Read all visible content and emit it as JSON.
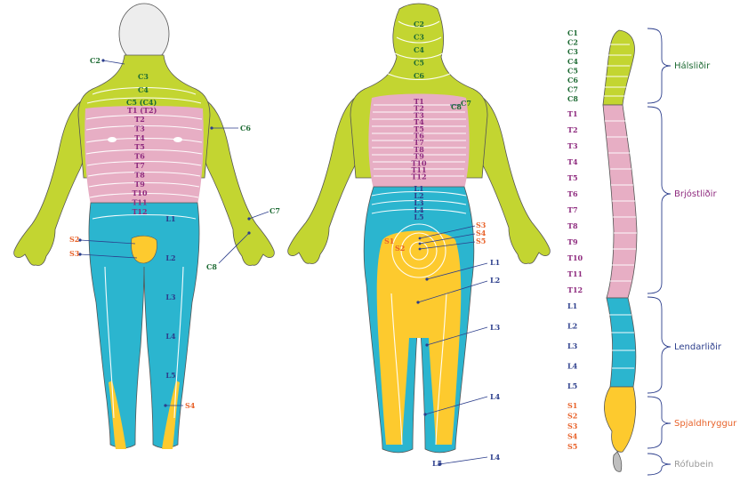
{
  "colors": {
    "cervical": "#c3d531",
    "thoracic": "#e7aec4",
    "lumbar": "#2bb5cf",
    "sacral": "#fdca2e",
    "coccyx": "#bfbfbf",
    "head": "#ededed",
    "label_cervical": "#1e6b34",
    "label_thoracic": "#8e2a7e",
    "label_lumbar": "#2c3e8c",
    "label_sacral": "#e8632b",
    "label_coccyx": "#9a9a9a"
  },
  "front": {
    "c2": "C2",
    "neck": [
      "C3",
      "C4"
    ],
    "c5": "C5 (C4)",
    "t1": "T1 (T2)",
    "thoracic": [
      "T2",
      "T3",
      "T4",
      "T5",
      "T6",
      "T7",
      "T8",
      "T9",
      "T10",
      "T11",
      "T12"
    ],
    "c6": "C6",
    "c7": "C7",
    "c8": "C8",
    "lumbar": [
      "L1",
      "L2",
      "L3",
      "L4",
      "L5"
    ],
    "s2": "S2",
    "s3": "S3",
    "s4": "S4"
  },
  "back": {
    "cervical": [
      "C2",
      "C3",
      "C4",
      "C5",
      "C6"
    ],
    "c7": "C7",
    "c8": "C8",
    "thoracic": [
      "T1",
      "T2",
      "T3",
      "T4",
      "T5",
      "T6",
      "T7",
      "T8",
      "T9",
      "T10",
      "T11",
      "T12"
    ],
    "lumbar": [
      "L1",
      "L2",
      "L3",
      "L4",
      "L5"
    ],
    "sacral_right": [
      "S3",
      "S4",
      "S5"
    ],
    "s1": "S1",
    "s2": "S2",
    "leg_lumbar": [
      "L1",
      "L2",
      "L3",
      "L4",
      "L4"
    ],
    "l5_foot": "L5"
  },
  "spine": {
    "cervical_labels": [
      "C1",
      "C2",
      "C3",
      "C4",
      "C5",
      "C6",
      "C7",
      "C8"
    ],
    "thoracic_labels": [
      "T1",
      "T2",
      "T3",
      "T4",
      "T5",
      "T6",
      "T7",
      "T8",
      "T9",
      "T10",
      "T11",
      "T12"
    ],
    "lumbar_labels": [
      "L1",
      "L2",
      "L3",
      "L4",
      "L5"
    ],
    "sacral_labels": [
      "S1",
      "S2",
      "S3",
      "S4",
      "S5"
    ],
    "groups": {
      "cervical": "Hálsliðir",
      "thoracic": "Brjóstliðir",
      "lumbar": "Lendarliðir",
      "sacral": "Spjaldhryggur",
      "coccyx": "Rófubein"
    }
  }
}
